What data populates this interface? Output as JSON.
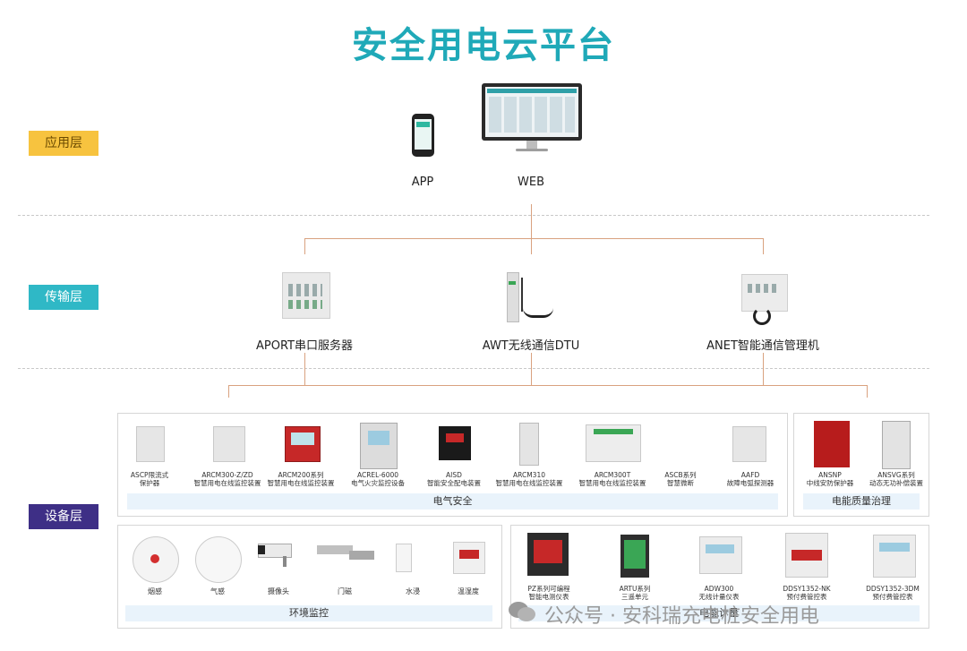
{
  "title": "安全用电云平台",
  "layers": {
    "app": "应用层",
    "trans": "传输层",
    "dev": "设备层"
  },
  "apps": {
    "app": "APP",
    "web": "WEB"
  },
  "gateways": [
    "APORT串口服务器",
    "AWT无线通信DTU",
    "ANET智能通信管理机"
  ],
  "electrical": {
    "caption": "电气安全",
    "items": [
      {
        "l1": "ASCP限流式",
        "l2": "保护器"
      },
      {
        "l1": "ARCM300-Z/ZD",
        "l2": "智慧用电在线监控装置"
      },
      {
        "l1": "ARCM200系列",
        "l2": "智慧用电在线监控装置"
      },
      {
        "l1": "ACREL-6000",
        "l2": "电气火灾监控设备"
      },
      {
        "l1": "AISD",
        "l2": "智能安全配电装置"
      },
      {
        "l1": "ARCM310",
        "l2": "智慧用电在线监控装置"
      },
      {
        "l1": "ARCM300T",
        "l2": "智慧用电在线监控装置"
      },
      {
        "l1": "ASCB系列",
        "l2": "智慧微断"
      },
      {
        "l1": "AAFD",
        "l2": "故障电弧探测器"
      }
    ]
  },
  "power_quality": {
    "caption": "电能质量治理",
    "items": [
      {
        "l1": "ANSNP",
        "l2": "中线安防保护器"
      },
      {
        "l1": "ANSVG系列",
        "l2": "动态无功补偿装置"
      }
    ]
  },
  "environment": {
    "caption": "环境监控",
    "items": [
      "烟感",
      "气感",
      "摄像头",
      "门磁",
      "水浸",
      "温湿度"
    ]
  },
  "metering": {
    "caption": "电能计量",
    "items": [
      {
        "l1": "PZ系列可编程",
        "l2": "智能电测仪表"
      },
      {
        "l1": "ARTU系列",
        "l2": "三遥单元"
      },
      {
        "l1": "ADW300",
        "l2": "无线计量仪表"
      },
      {
        "l1": "DDSY1352-NK",
        "l2": "预付费管控表"
      },
      {
        "l1": "DDSY1352-3DM",
        "l2": "预付费管控表"
      }
    ]
  },
  "watermark": "公众号 · 安科瑞充电桩安全用电"
}
